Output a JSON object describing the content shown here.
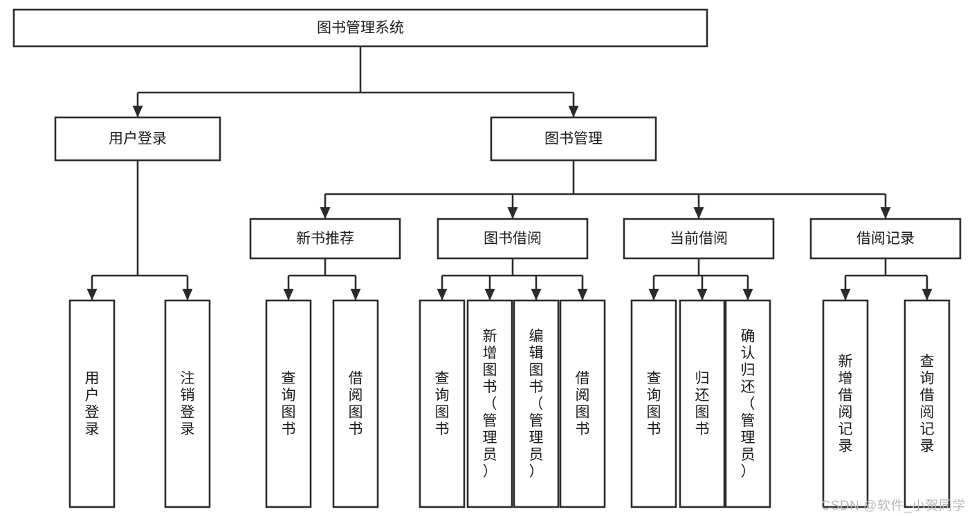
{
  "diagram": {
    "type": "tree-hierarchy",
    "title": "图书管理系统",
    "orientation": "top-down",
    "colors": {
      "stroke": "#2b2b2b",
      "box_fill": "#ffffff",
      "text": "#1b1b1b",
      "background": "#ffffff",
      "watermark": "#b9b9b9"
    },
    "levels": [
      {
        "level": 1,
        "nodes": [
          {
            "id": "root",
            "label": "图书管理系统",
            "orientation": "horizontal"
          }
        ]
      },
      {
        "level": 2,
        "nodes": [
          {
            "id": "login",
            "label": "用户登录",
            "orientation": "horizontal",
            "parent": "root"
          },
          {
            "id": "bookmgmt",
            "label": "图书管理",
            "orientation": "horizontal",
            "parent": "root"
          }
        ]
      },
      {
        "level": 3,
        "nodes": [
          {
            "id": "newbook",
            "label": "新书推荐",
            "orientation": "horizontal",
            "parent": "bookmgmt"
          },
          {
            "id": "borrow",
            "label": "图书借阅",
            "orientation": "horizontal",
            "parent": "bookmgmt"
          },
          {
            "id": "current",
            "label": "当前借阅",
            "orientation": "horizontal",
            "parent": "bookmgmt"
          },
          {
            "id": "records",
            "label": "借阅记录",
            "orientation": "horizontal",
            "parent": "bookmgmt"
          }
        ]
      },
      {
        "level": 4,
        "nodes": [
          {
            "id": "leaf1",
            "label": "用户登录",
            "orientation": "vertical",
            "parent": "login"
          },
          {
            "id": "leaf2",
            "label": "注销登录",
            "orientation": "vertical",
            "parent": "login"
          },
          {
            "id": "leaf3",
            "label": "查询图书",
            "orientation": "vertical",
            "parent": "newbook"
          },
          {
            "id": "leaf4",
            "label": "借阅图书",
            "orientation": "vertical",
            "parent": "newbook"
          },
          {
            "id": "leaf5",
            "label": "查询图书",
            "orientation": "vertical",
            "parent": "borrow"
          },
          {
            "id": "leaf6",
            "label": "新增图书（管理员）",
            "orientation": "vertical",
            "parent": "borrow"
          },
          {
            "id": "leaf7",
            "label": "编辑图书（管理员）",
            "orientation": "vertical",
            "parent": "borrow"
          },
          {
            "id": "leaf8",
            "label": "借阅图书",
            "orientation": "vertical",
            "parent": "borrow"
          },
          {
            "id": "leaf9",
            "label": "查询图书",
            "orientation": "vertical",
            "parent": "current"
          },
          {
            "id": "leaf10",
            "label": "归还图书",
            "orientation": "vertical",
            "parent": "current"
          },
          {
            "id": "leaf11",
            "label": "确认归还（管理员）",
            "orientation": "vertical",
            "parent": "current"
          },
          {
            "id": "leaf12",
            "label": "新增借阅记录",
            "orientation": "vertical",
            "parent": "records"
          },
          {
            "id": "leaf13",
            "label": "查询借阅记录",
            "orientation": "vertical",
            "parent": "records"
          }
        ]
      }
    ]
  },
  "watermark": {
    "text": "CSDN @软件_小贺同学"
  }
}
